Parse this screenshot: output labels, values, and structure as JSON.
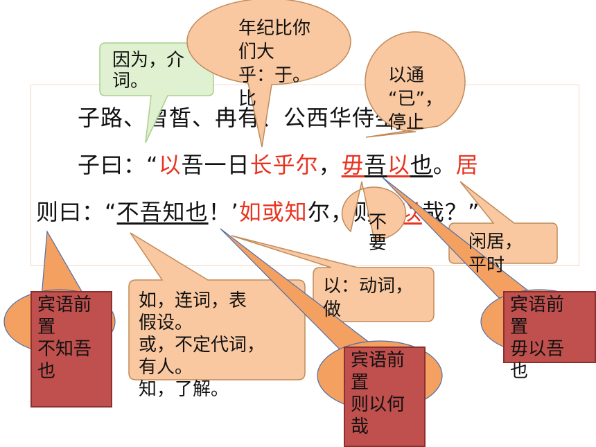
{
  "colors": {
    "accent_red": "#e8331f",
    "bubble_orange": "#f9c8a0",
    "bubble_green": "#dff1d0",
    "bubble_deep_orange": "#f4a060",
    "box_red": "#c0504d"
  },
  "text": {
    "line1": "子路、曾皙、冉有、公西华侍坐。",
    "line2_a": "子曰：“",
    "line2_b": "以",
    "line2_c": "吾一日",
    "line2_d": "长乎尔",
    "line2_e": "，",
    "line2_f": "毋",
    "line2_g": "吾",
    "line2_h": "以",
    "line2_i": "也",
    "line2_j": "。",
    "line2_k": "居",
    "line3_a": "则曰：“",
    "line3_b": "不吾知也",
    "line3_c": "！’",
    "line3_d": "如或知",
    "line3_e": "尔，则",
    "line3_f": "何",
    "line3_g": "以",
    "line3_h": "哉？”"
  },
  "notes": {
    "yinwei": "因为，介\n词。",
    "nianji": "年纪比你\n们大\n乎：于。\n比",
    "yitong": "以通\n“已”，\n停止",
    "buyao": "不\n要",
    "xianju": "闲居，\n平时",
    "yi_dongci": "以：动词，\n做",
    "ruhuo": "如，连词，表\n假设。\n或，不定代词，\n有人。\n知，了解。"
  },
  "boxes": {
    "box1": "宾语前\n置\n不知吾\n也",
    "box2": "宾语前\n置\n则以何\n哉",
    "box3": "宾语前\n置\n毋以吾\n也"
  }
}
